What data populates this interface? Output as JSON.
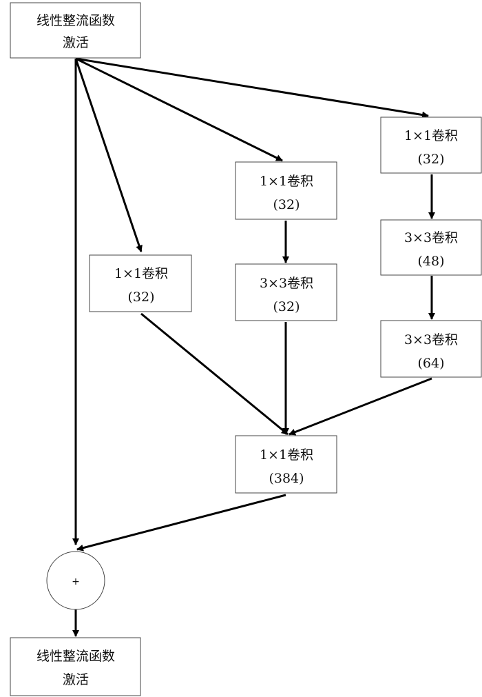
{
  "nodes": {
    "relu_top": {
      "line1": "线性整流函数",
      "line2": "激活"
    },
    "branch1_conv1": {
      "line1": "1×1卷积",
      "line2": "(32)"
    },
    "branch2_conv1": {
      "line1": "1×1卷积",
      "line2": "(32)"
    },
    "branch2_conv3": {
      "line1": "3×3卷积",
      "line2": "(32)"
    },
    "branch3_conv1": {
      "line1": "1×1卷积",
      "line2": "(32)"
    },
    "branch3_conv3a": {
      "line1": "3×3卷积",
      "line2": "(48)"
    },
    "branch3_conv3b": {
      "line1": "3×3卷积",
      "line2": "(64)"
    },
    "merge_conv1": {
      "line1": "1×1卷积",
      "line2": "(384)"
    },
    "add": {
      "symbol": "+"
    },
    "relu_bottom": {
      "line1": "线性整流函数",
      "line2": "激活"
    }
  },
  "colors": {
    "line": "#000000",
    "box_border": "#444444",
    "text": "#111111"
  }
}
